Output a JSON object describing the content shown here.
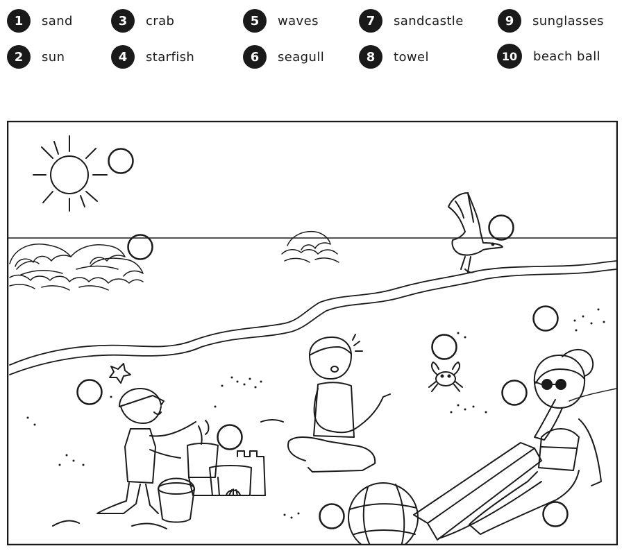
{
  "legend": [
    {
      "number": "1",
      "word": "sand"
    },
    {
      "number": "2",
      "word": "sun"
    },
    {
      "number": "3",
      "word": "crab"
    },
    {
      "number": "4",
      "word": "starfish"
    },
    {
      "number": "5",
      "word": "waves"
    },
    {
      "number": "6",
      "word": "seagull"
    },
    {
      "number": "7",
      "word": "sandcastle"
    },
    {
      "number": "8",
      "word": "towel"
    },
    {
      "number": "9",
      "word": "sunglasses"
    },
    {
      "number": "10",
      "word": "beach ball"
    }
  ],
  "answer_circles_count": 10,
  "colors": {
    "ink": "#1a1a1a",
    "paper": "#ffffff"
  },
  "icons": [
    "sun-icon",
    "waves-icon",
    "seagull-icon",
    "starfish-icon",
    "crab-icon",
    "sandcastle-icon",
    "bucket-icon",
    "shell-icon",
    "beach-ball-icon",
    "towel-icon",
    "boy-icon",
    "child-icon",
    "girl-icon"
  ]
}
